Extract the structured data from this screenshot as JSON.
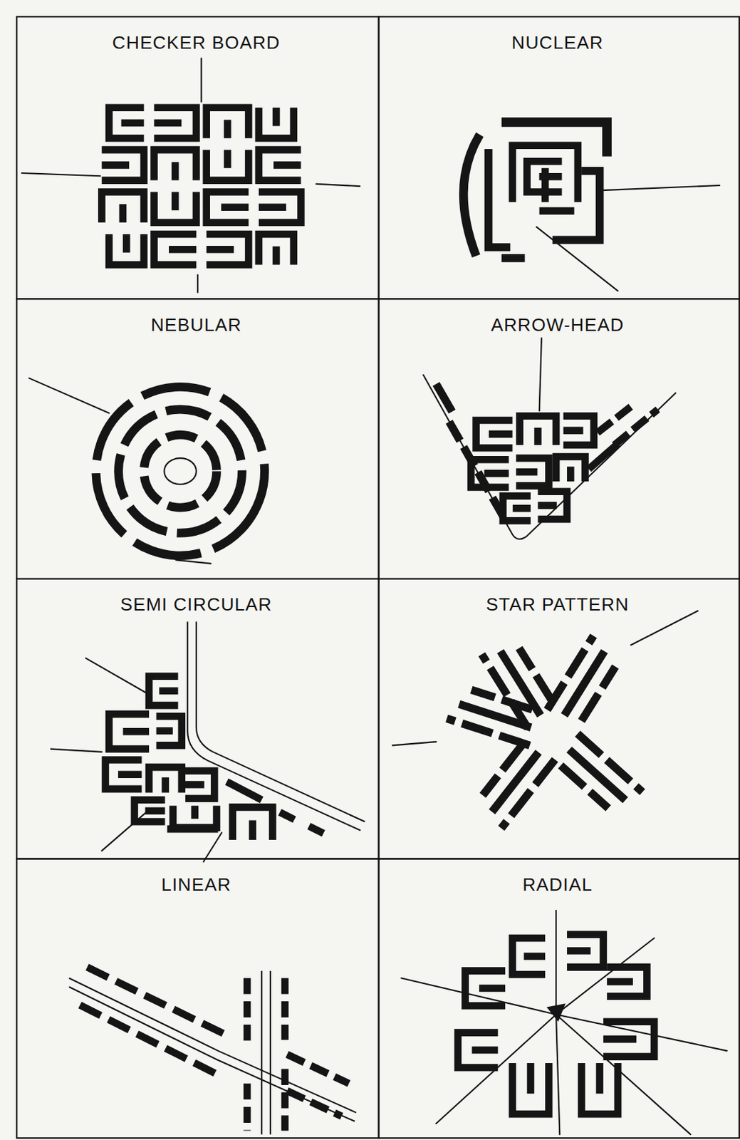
{
  "diagram": {
    "nodes": [
      {
        "text": [
          "CHECKER BOARD"
        ]
      },
      {
        "text": [
          "NUCLEAR"
        ]
      },
      {
        "text": [
          "NEBULAR"
        ]
      },
      {
        "text": [
          "ARROW-HEAD"
        ]
      },
      {
        "text": [
          "SEMI CIRCULAR"
        ]
      },
      {
        "text": [
          "STAR PATTERN"
        ]
      },
      {
        "text": [
          "LINEAR"
        ]
      },
      {
        "text": [
          "RADIAL"
        ]
      }
    ]
  }
}
